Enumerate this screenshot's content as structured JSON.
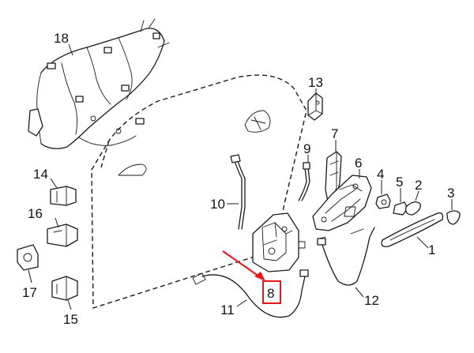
{
  "diagram": {
    "callouts": [
      {
        "id": "1",
        "label": "1"
      },
      {
        "id": "2",
        "label": "2"
      },
      {
        "id": "3",
        "label": "3"
      },
      {
        "id": "4",
        "label": "4"
      },
      {
        "id": "5",
        "label": "5"
      },
      {
        "id": "6",
        "label": "6"
      },
      {
        "id": "7",
        "label": "7"
      },
      {
        "id": "8",
        "label": "8"
      },
      {
        "id": "9",
        "label": "9"
      },
      {
        "id": "10",
        "label": "10"
      },
      {
        "id": "11",
        "label": "11"
      },
      {
        "id": "12",
        "label": "12"
      },
      {
        "id": "13",
        "label": "13"
      },
      {
        "id": "14",
        "label": "14"
      },
      {
        "id": "15",
        "label": "15"
      },
      {
        "id": "16",
        "label": "16"
      },
      {
        "id": "17",
        "label": "17"
      },
      {
        "id": "18",
        "label": "18"
      }
    ],
    "highlight": {
      "label": "8",
      "box_color": "#e8151b",
      "arrow_color": "#e8151b"
    }
  }
}
